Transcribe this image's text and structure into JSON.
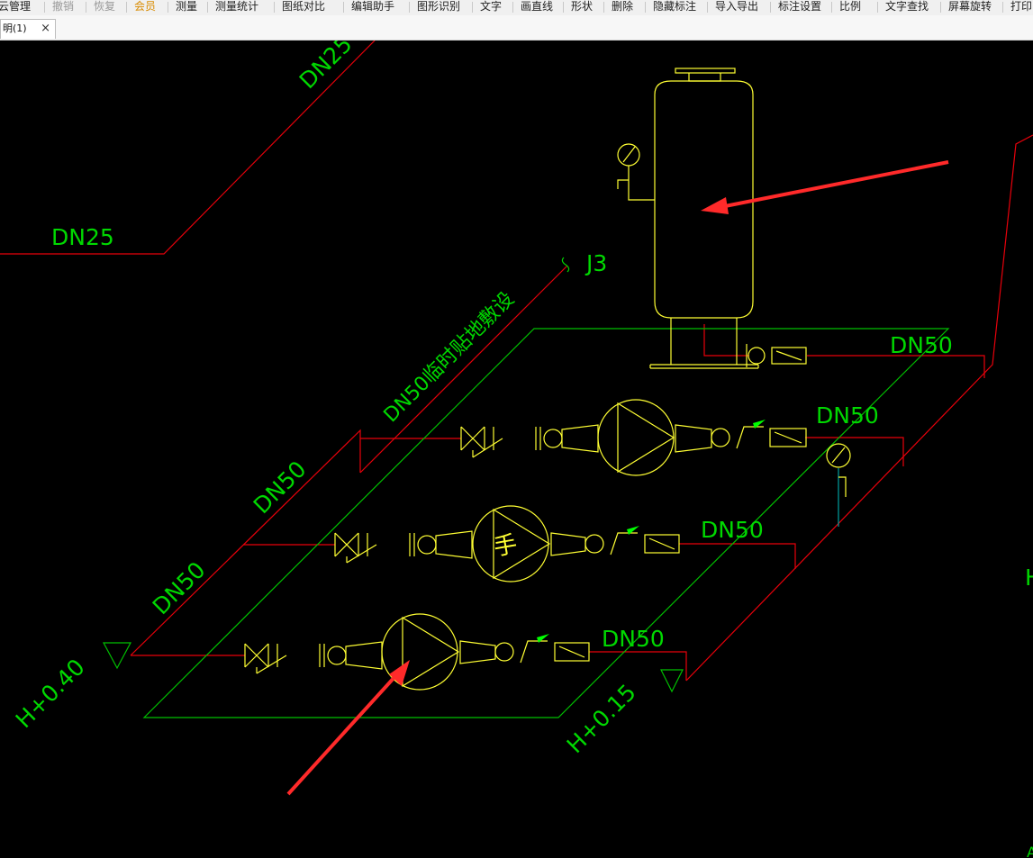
{
  "toolbar": {
    "items": [
      {
        "label": "云管理",
        "state": "normal"
      },
      {
        "label": "撤销",
        "state": "disabled"
      },
      {
        "label": "恢复",
        "state": "disabled"
      },
      {
        "label": "会员",
        "state": "vip"
      },
      {
        "label": "测量",
        "state": "normal"
      },
      {
        "label": "测量统计",
        "state": "normal"
      },
      {
        "label": "图纸对比",
        "state": "normal"
      },
      {
        "label": "编辑助手",
        "state": "normal"
      },
      {
        "label": "图形识别",
        "state": "normal"
      },
      {
        "label": "文字",
        "state": "normal"
      },
      {
        "label": "画直线",
        "state": "normal"
      },
      {
        "label": "形状",
        "state": "normal"
      },
      {
        "label": "删除",
        "state": "normal"
      },
      {
        "label": "隐藏标注",
        "state": "normal"
      },
      {
        "label": "导入导出",
        "state": "normal"
      },
      {
        "label": "标注设置",
        "state": "normal"
      },
      {
        "label": "比例",
        "state": "normal"
      },
      {
        "label": "文字查找",
        "state": "normal"
      },
      {
        "label": "屏幕旋转",
        "state": "normal"
      },
      {
        "label": "打印",
        "state": "normal"
      }
    ]
  },
  "tab": {
    "label": "明(1)",
    "close_symbol": "×"
  },
  "drawing": {
    "colors": {
      "pipe": "#e8000b",
      "frame": "#00c000",
      "equipment": "#ffff33",
      "text": "#00d800",
      "arrow": "#ff3333",
      "gauge_stem": "#00a0a0"
    },
    "labels": {
      "dn25_top": "DN25",
      "dn25_left": "DN25",
      "j3": "J3",
      "dn50_riser": "DN50临时贴地敷设",
      "dn50_diag_1": "DN50",
      "dn50_diag_2": "DN50",
      "elev_left": "H+0.40",
      "elev_right": "H+0.15",
      "dn50_tank": "DN50",
      "dn50_pump1": "DN50",
      "dn50_pump2": "DN50",
      "dn50_pump3": "DN50",
      "pump2_mark": "手",
      "edge_fragment_right": "H",
      "edge_fragment_bottom": "A"
    }
  }
}
